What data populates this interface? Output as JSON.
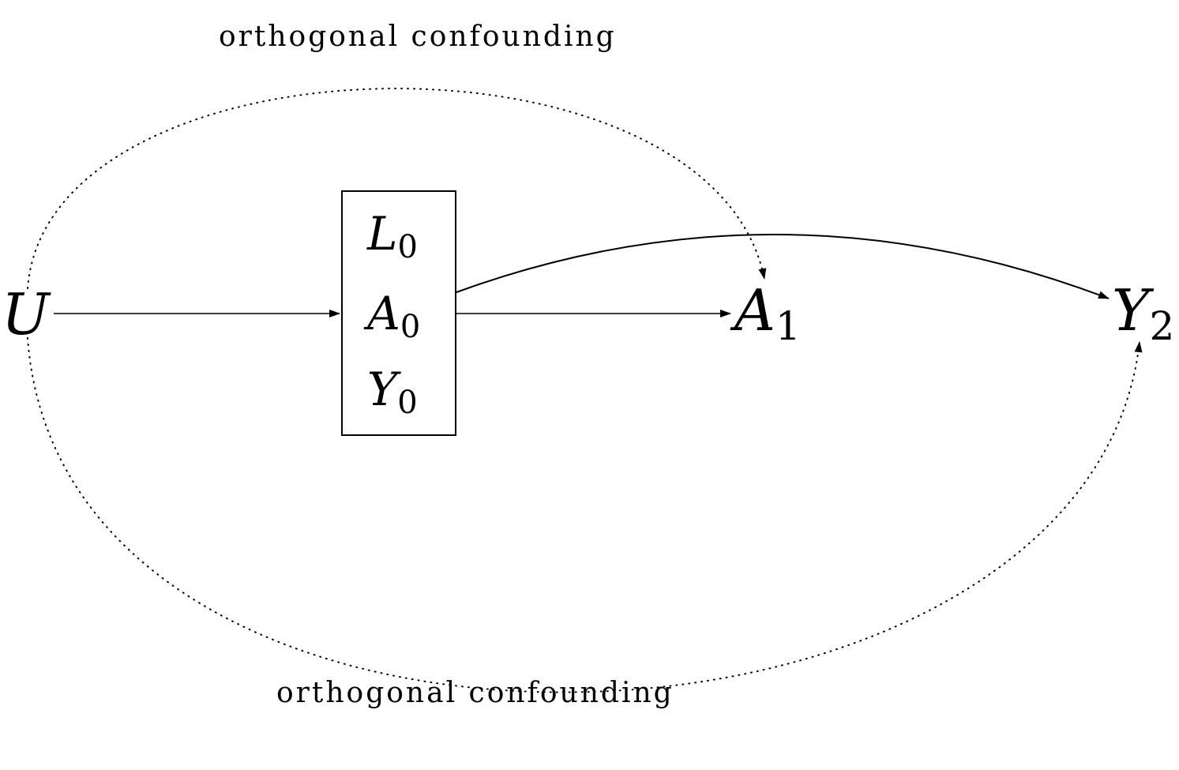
{
  "labels": {
    "top": "orthogonal confounding",
    "bottom": "orthogonal confounding"
  },
  "nodes": {
    "u": {
      "main": "U",
      "sub": ""
    },
    "box": [
      {
        "main": "L",
        "sub": "0"
      },
      {
        "main": "A",
        "sub": "0"
      },
      {
        "main": "Y",
        "sub": "0"
      }
    ],
    "a1": {
      "main": "A",
      "sub": "1"
    },
    "y2": {
      "main": "Y",
      "sub": "2"
    }
  },
  "edges": [
    {
      "from": "U",
      "to": "L0 A0 Y0",
      "style": "solid"
    },
    {
      "from": "L0 A0 Y0",
      "to": "A1",
      "style": "solid"
    },
    {
      "from": "L0 A0 Y0",
      "to": "Y2",
      "style": "solid"
    },
    {
      "from": "U",
      "to": "A1",
      "style": "dotted"
    },
    {
      "from": "U",
      "to": "Y2",
      "style": "dotted"
    }
  ]
}
